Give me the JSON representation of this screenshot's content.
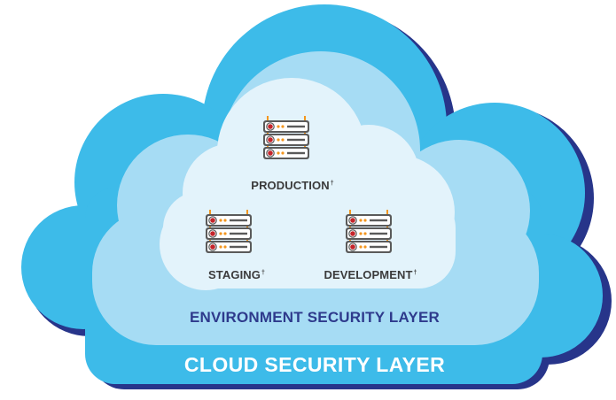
{
  "layers": {
    "outer_label": "CLOUD SECURITY LAYER",
    "inner_label": "ENVIRONMENT SECURITY LAYER"
  },
  "servers": [
    {
      "label": "PRODUCTION",
      "mark": "†",
      "icon": "server-rack-icon"
    },
    {
      "label": "STAGING",
      "mark": "†",
      "icon": "server-rack-icon"
    },
    {
      "label": "DEVELOPMENT",
      "mark": "†",
      "icon": "server-rack-icon"
    }
  ],
  "colors": {
    "outer_cloud": "#3dbbe9",
    "outer_shadow": "#27358a",
    "middle_cloud": "#a6dcf4",
    "inner_cloud": "#e3f3fb",
    "server_body": "#5a5a5a",
    "server_led_red": "#c4252b",
    "server_led_orange": "#f3961f",
    "server_label": "#3b3b3b",
    "inner_layer_text": "#2e3a8c",
    "outer_layer_text": "#ffffff"
  }
}
